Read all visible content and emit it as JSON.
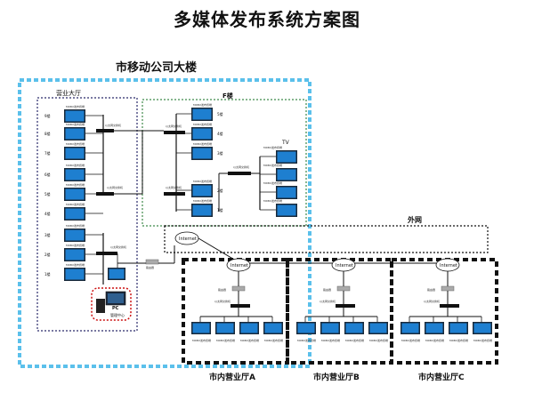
{
  "title": "多媒体发布系统方案图",
  "hq": {
    "title": "市移动公司大楼",
    "lobby": {
      "label": "营业大厅",
      "floors": [
        "9楼",
        "8楼",
        "7楼",
        "6楼",
        "5楼",
        "4楼",
        "3楼",
        "2楼",
        "1楼"
      ],
      "pc_label": "PC",
      "pc_sub": "管理中心"
    },
    "fbuilding": {
      "label": "F楼",
      "floors": [
        "5楼",
        "4楼",
        "3楼",
        "2楼",
        "1楼"
      ],
      "tv_label": "TV"
    }
  },
  "waiwang": "外网",
  "internet_label": "Internet",
  "switch_label": "以太网交换机",
  "router_label": "路由器",
  "screen_label": "MDBX发布终端",
  "halls": [
    "市内营业厅A",
    "市内营业厅B",
    "市内营业厅C"
  ],
  "colors": {
    "screen_fill": "#1e7fd0",
    "screen_frame": "#1a2a3a",
    "hq_border": "#5bc0eb",
    "lobby_border": "#2a2a6a",
    "f_border": "#3f8a4a",
    "pc_border": "#cc1111"
  }
}
